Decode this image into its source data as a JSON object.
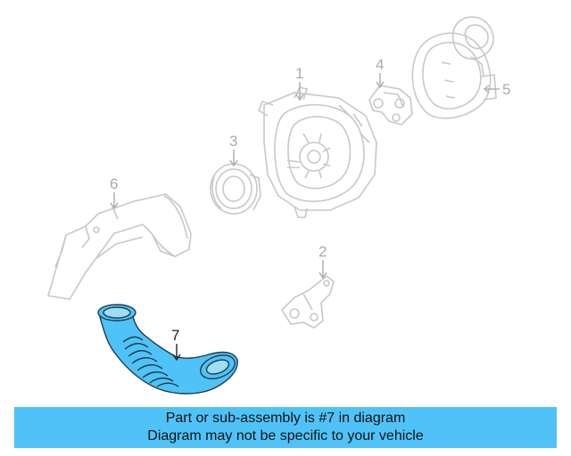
{
  "colors": {
    "line_gray": "#c8c8c8",
    "label_gray": "#aaaaaa",
    "highlight": "#4fc3f7",
    "highlight_dark": "#1f3b4d",
    "banner_bg": "#4fc3f7"
  },
  "callouts": {
    "c1": "1",
    "c2": "2",
    "c3": "3",
    "c4": "4",
    "c5": "5",
    "c6": "6",
    "c7": "7"
  },
  "banner": {
    "line1": "Part or sub-assembly is #7 in diagram",
    "line2": "Diagram may not be specific to your vehicle"
  }
}
